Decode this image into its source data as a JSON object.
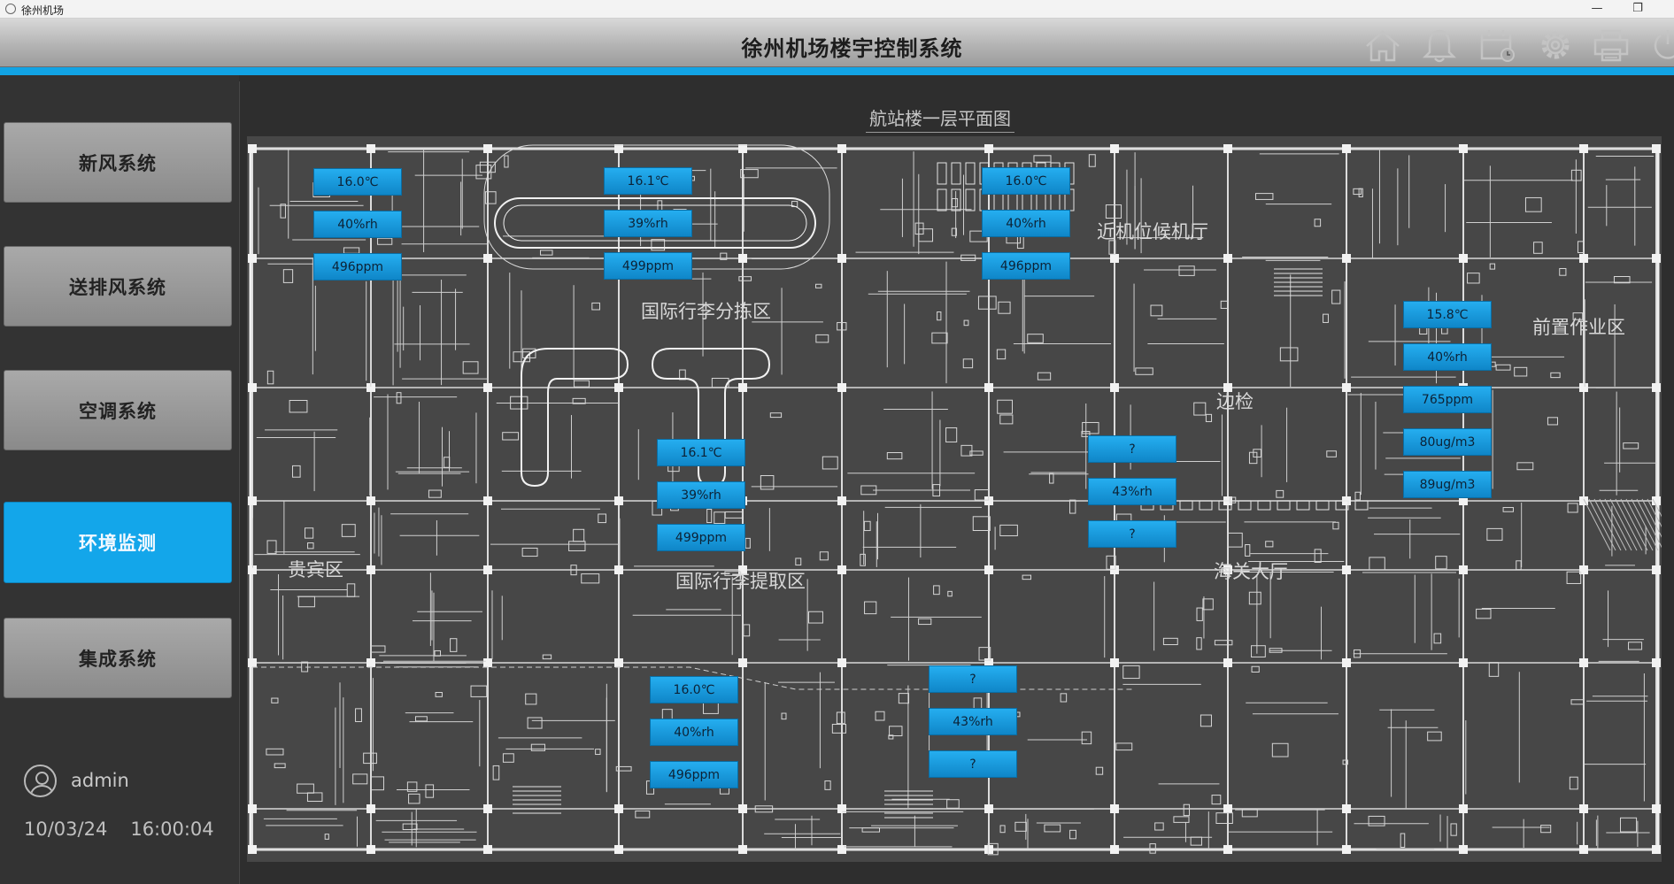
{
  "window": {
    "title": "徐州机场"
  },
  "header": {
    "title": "徐州机场楼宇控制系统"
  },
  "header_icons": [
    "home-icon",
    "bell-icon",
    "calendar-icon",
    "gear-icon",
    "printer-icon",
    "power-icon"
  ],
  "sidebar": {
    "items": [
      {
        "label": "新风系统",
        "active": false
      },
      {
        "label": "送排风系统",
        "active": false
      },
      {
        "label": "空调系统",
        "active": false
      },
      {
        "label": "环境监测",
        "active": true
      },
      {
        "label": "集成系统",
        "active": false
      }
    ],
    "user": "admin",
    "date": "10/03/24",
    "time": "16:00:04"
  },
  "main": {
    "plan_title": "航站楼一层平面图",
    "zones": [
      "国际行李分拣区",
      "国际行李提取区",
      "近机位候机厅",
      "边检",
      "海关大厅",
      "前置作业区",
      "贵宾区"
    ],
    "sensor_groups": [
      {
        "readings": [
          "16.0℃",
          "40%rh",
          "496ppm"
        ]
      },
      {
        "readings": [
          "16.1℃",
          "39%rh",
          "499ppm"
        ]
      },
      {
        "readings": [
          "16.0℃",
          "40%rh",
          "496ppm"
        ]
      },
      {
        "readings": [
          "15.8℃",
          "40%rh",
          "765ppm",
          "80ug/m3",
          "89ug/m3"
        ]
      },
      {
        "readings": [
          "16.1℃",
          "39%rh",
          "499ppm"
        ]
      },
      {
        "readings": [
          "?",
          "43%rh",
          "?"
        ]
      },
      {
        "readings": [
          "16.0℃",
          "40%rh",
          "496ppm"
        ]
      },
      {
        "readings": [
          "?",
          "43%rh",
          "?"
        ]
      }
    ]
  },
  "colors": {
    "accent": "#13a6ea",
    "sensor": "#1297d8",
    "plan_bg": "#474747"
  }
}
